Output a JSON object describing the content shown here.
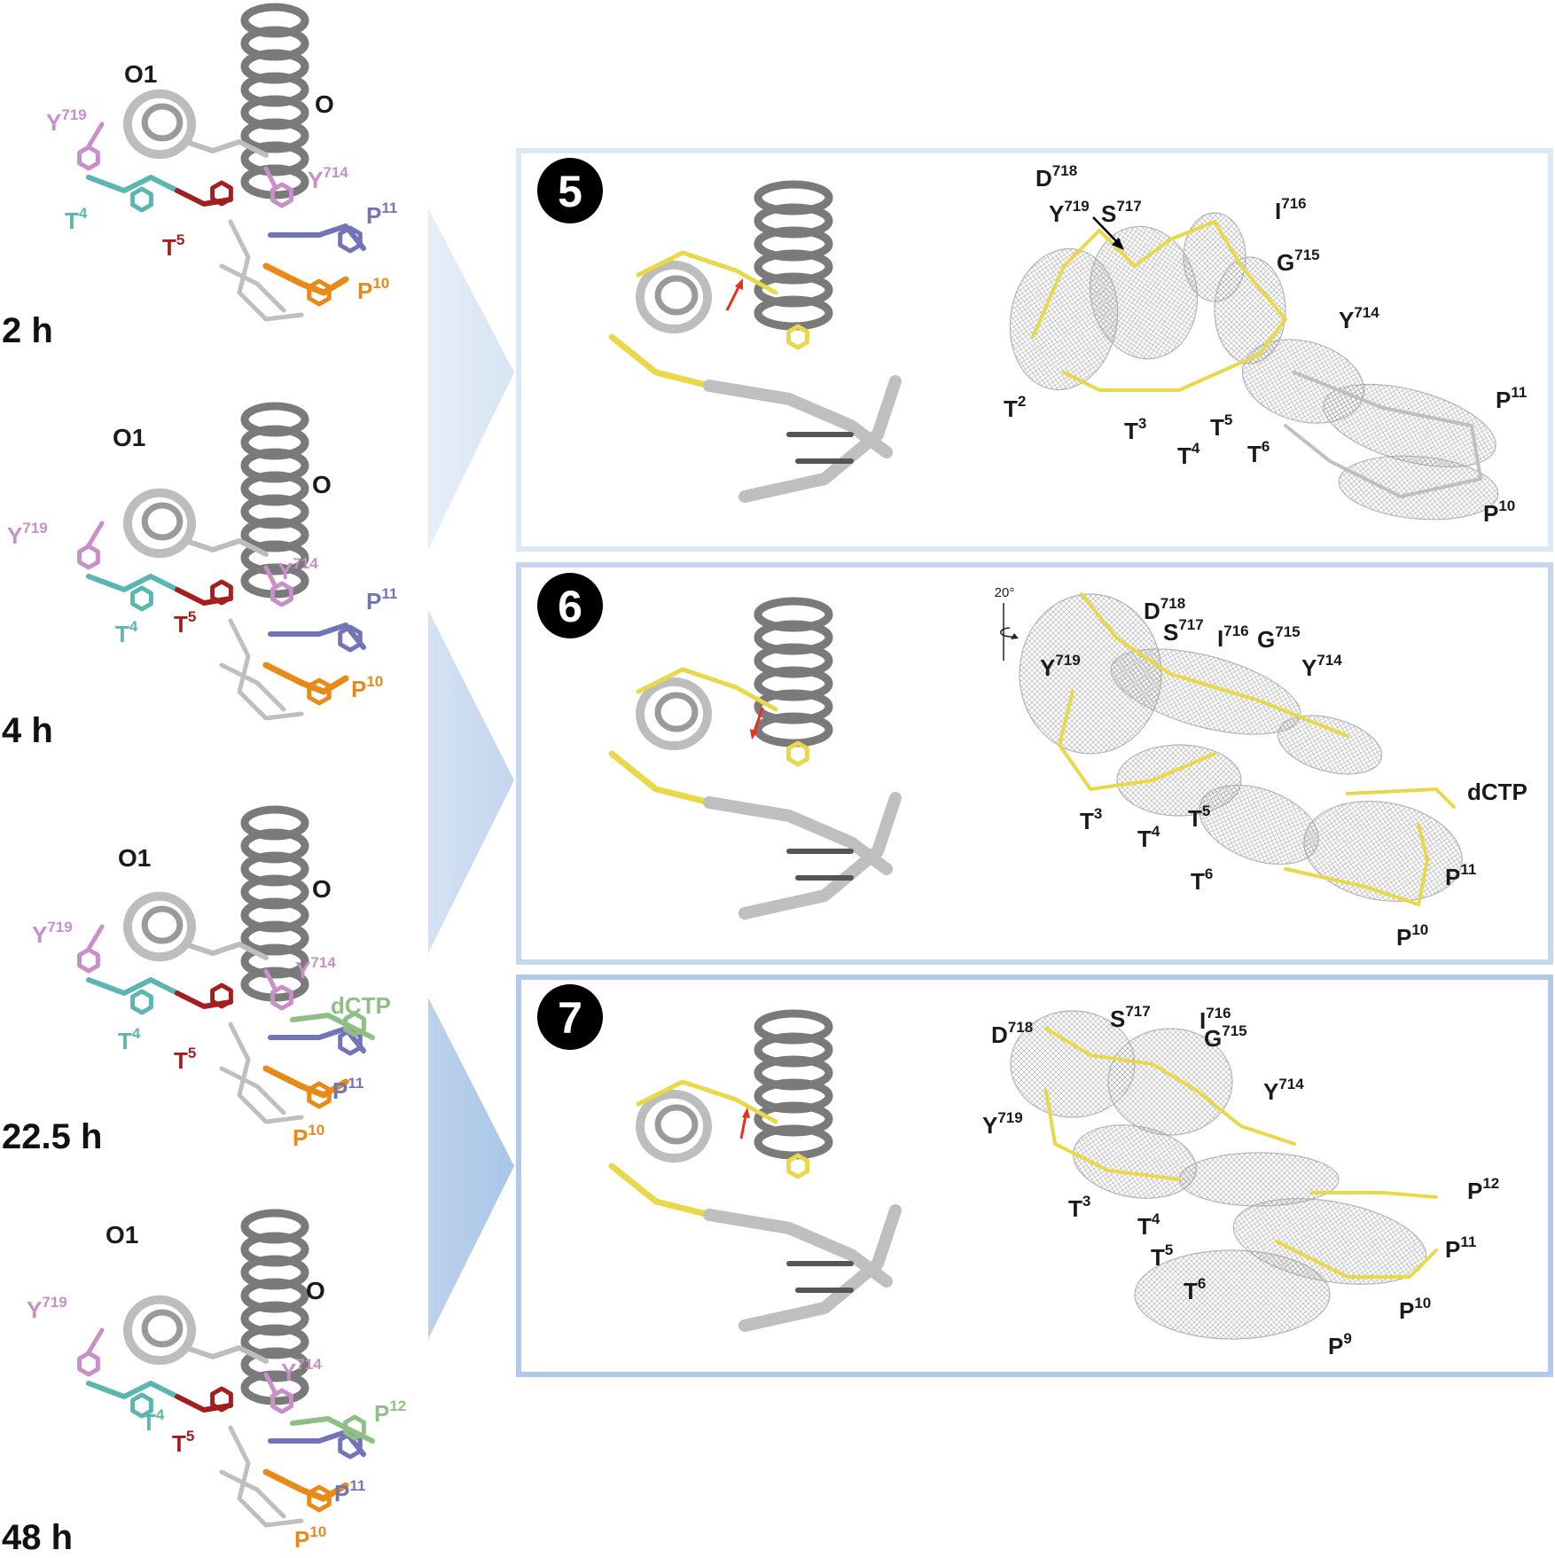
{
  "colors": {
    "helix": "#7a7a7a",
    "helix_light": "#bdbdbd",
    "stick_gray": "#bfbfbf",
    "yellow": "#e8d84a",
    "pink": "#c98fc9",
    "teal": "#5bb5b0",
    "red": "#a31f1f",
    "purple": "#7373b8",
    "orange": "#e88a1a",
    "green": "#8fbf86",
    "panel_border_1": "#dde8f5",
    "panel_border_2": "#c6d8ee",
    "panel_border_3": "#b0cae8",
    "arrow_red": "#e8301c"
  },
  "left_column": [
    {
      "time": "2 h",
      "o1": "O1",
      "o": "O",
      "y719": "Y719",
      "y714": "Y714",
      "t4": "T4",
      "t5": "T5",
      "p11": "P11",
      "p10": "P10"
    },
    {
      "time": "4 h",
      "o1": "O1",
      "o": "O",
      "y719": "Y719",
      "y714": "Y714",
      "t4": "T4",
      "t5": "T5",
      "p11": "P11",
      "p10": "P10"
    },
    {
      "time": "22.5 h",
      "o1": "O1",
      "o": "O",
      "y719": "Y719",
      "y714": "Y714",
      "t4": "T4",
      "t5": "T5",
      "ligand": "dCTP",
      "p11": "P11",
      "p10": "P10"
    },
    {
      "time": "48 h",
      "o1": "O1",
      "o": "O",
      "y719": "Y719",
      "y714": "Y714",
      "t4": "T4",
      "t5": "T5",
      "p12": "P12",
      "p11": "P11",
      "p10": "P10"
    }
  ],
  "panels": [
    {
      "number": "5",
      "labels": {
        "d718": "D718",
        "y719": "Y719",
        "s717": "S717",
        "i716": "I716",
        "g715": "G715",
        "y714": "Y714",
        "t2": "T2",
        "t3": "T3",
        "t4": "T4",
        "t5": "T5",
        "t6": "T6",
        "p11": "P11",
        "p10": "P10"
      }
    },
    {
      "number": "6",
      "rotation": "20°",
      "labels": {
        "d718": "D718",
        "s717": "S717",
        "i716": "I716",
        "g715": "G715",
        "y719": "Y719",
        "y714": "Y714",
        "dctp": "dCTP",
        "t3": "T3",
        "t4": "T4",
        "t5": "T5",
        "t6": "T6",
        "p11": "P11",
        "p10": "P10"
      }
    },
    {
      "number": "7",
      "labels": {
        "s717": "S717",
        "i716": "I716",
        "d718": "D718",
        "g715": "G715",
        "y714": "Y714",
        "y719": "Y719",
        "t3": "T3",
        "t4": "T4",
        "t5": "T5",
        "t6": "T6",
        "p12": "P12",
        "p11": "P11",
        "p10": "P10",
        "p9": "P9"
      }
    }
  ]
}
